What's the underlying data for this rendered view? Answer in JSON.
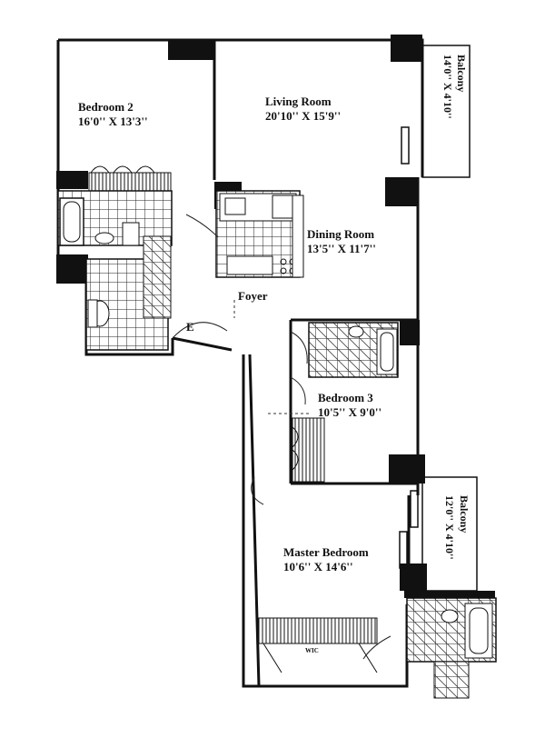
{
  "rooms": {
    "bedroom2": {
      "name": "Bedroom 2",
      "size": "16'0'' X 13'3''"
    },
    "living_room": {
      "name": "Living Room",
      "size": "20'10'' X 15'9''"
    },
    "dining_room": {
      "name": "Dining Room",
      "size": "13'5'' X 11'7''"
    },
    "foyer": {
      "name": "Foyer"
    },
    "entry": {
      "name": "E"
    },
    "bedroom3": {
      "name": "Bedroom 3",
      "size": "10'5'' X 9'0''"
    },
    "master_bedroom": {
      "name": "Master Bedroom",
      "size": "10'6'' X 14'6''"
    },
    "wic": {
      "name": "WIC"
    },
    "balcony_top": {
      "name": "Balcony",
      "size": "14'0'' X 4'10''"
    },
    "balcony_bottom": {
      "name": "Balcony",
      "size": "12'0'' X 4'10''"
    }
  },
  "colors": {
    "wall": "#111111",
    "line": "#222222",
    "background": "#ffffff"
  }
}
